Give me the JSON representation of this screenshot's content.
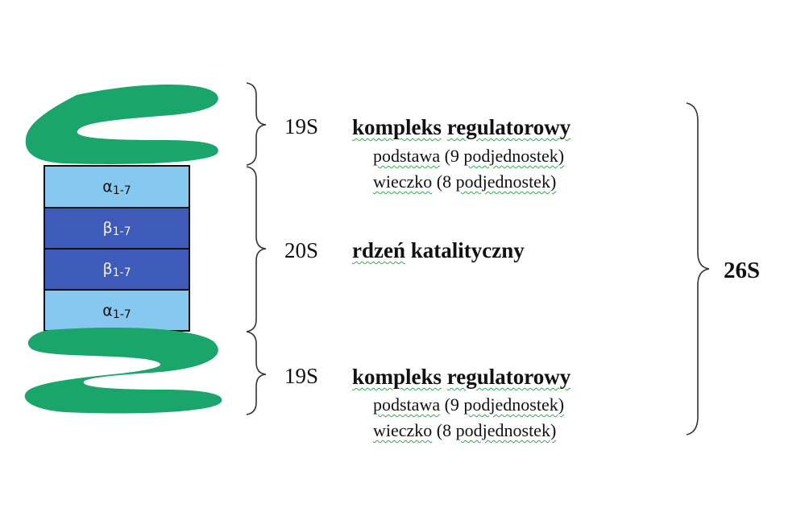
{
  "colors": {
    "regulatory_cap": "#1aa66b",
    "alpha_ring": "#86c8f0",
    "beta_ring": "#3f5bb9",
    "outline": "#111111",
    "brace": "#333333"
  },
  "rings": [
    {
      "greek": "α",
      "sub": "1-7"
    },
    {
      "greek": "β",
      "sub": "1-7"
    },
    {
      "greek": "β",
      "sub": "1-7"
    },
    {
      "greek": "α",
      "sub": "1-7"
    }
  ],
  "top": {
    "svalue": "19S",
    "title": {
      "word1": "kompleks",
      "word2": "regulatorowy"
    },
    "base": {
      "word": "podstawa",
      "rest": "(9",
      "word2": "podjednostek)"
    },
    "lid": {
      "word": "wieczko",
      "rest": "(8",
      "word2": "podjednostek)"
    }
  },
  "middle": {
    "svalue": "20S",
    "title": {
      "word1": "rdzeń",
      "word2": "katalityczny"
    }
  },
  "bottom": {
    "svalue": "19S",
    "title": {
      "word1": "kompleks",
      "word2": "regulatorowy"
    },
    "base": {
      "word": "podstawa",
      "rest": "(9",
      "word2": "podjednostek)"
    },
    "lid": {
      "word": "wieczko",
      "rest": "(8",
      "word2": "podjednostek)"
    }
  },
  "total": "26S"
}
